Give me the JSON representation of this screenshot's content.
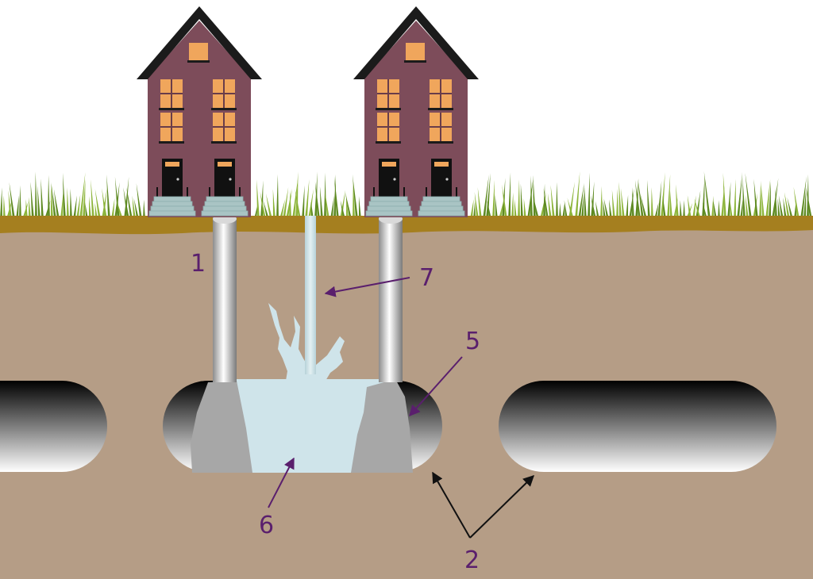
{
  "colors": {
    "sky": "#ffffff",
    "soil": "#b59d86",
    "topsoil": "#a57f1f",
    "grass": "#8cb43a",
    "grass_dark": "#5e8a22",
    "house_wall": "#7d4c5a",
    "house_wall_dark": "#693d4a",
    "roof": "#1b1b1b",
    "window": "#f0a65c",
    "door": "#111111",
    "steps": "#a9c4c4",
    "pillar": "#e6e6e6",
    "rubble": "#a7a7a7",
    "water": "#cfe4ea",
    "label": "#5a1f6d",
    "black_arrow": "#111111"
  },
  "labels": {
    "l1": "1",
    "l2": "2",
    "l5": "5",
    "l6": "6",
    "l7": "7"
  }
}
